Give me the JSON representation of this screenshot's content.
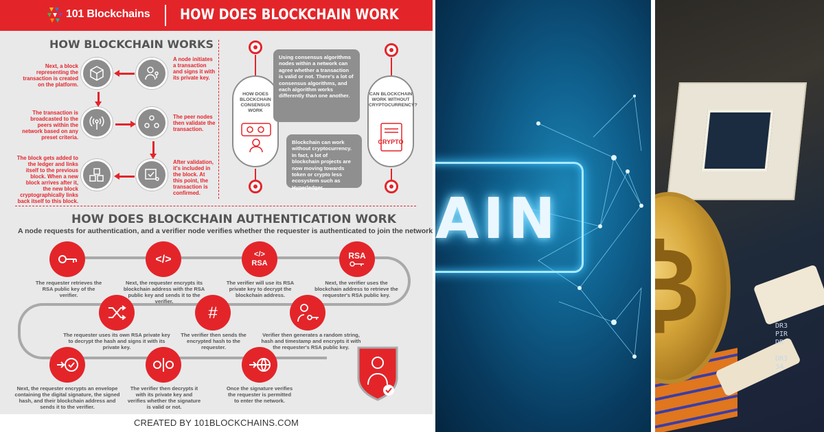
{
  "header": {
    "brand": "101 Blockchains",
    "title": "HOW DOES BLOCKCHAIN WORK"
  },
  "how_works": {
    "title": "HOW BLOCKCHAIN WORKS",
    "steps": [
      {
        "text": "A node initiates a transaction and signs it with its private key.",
        "icon": "user-key-icon"
      },
      {
        "text": "Next, a block representing the transaction is created on the platform.",
        "icon": "cube-icon"
      },
      {
        "text": "The transaction is broadcasted to the peers within the network based on any preset criteria.",
        "icon": "broadcast-icon"
      },
      {
        "text": "The peer nodes then validate the transaction.",
        "icon": "peers-icon"
      },
      {
        "text": "After validation, it's included in the block. At this point, the transaction is confirmed.",
        "icon": "validate-icon"
      },
      {
        "text": "The block gets added to the ledger and links itself to the previous block. When a new block arrives after it, the new block cryptographically links back itself to this block.",
        "icon": "blocks-icon"
      }
    ]
  },
  "consensus": {
    "capsule_question": "HOW DOES BLOCKCHAIN CONSENSUS WORK",
    "capsule_answer": "Using consensus algorithms nodes within a network can agree whether a transaction is valid or not. There's a lot of consensus algorithms, and each algorithm works differently than one another.",
    "crypto_question": "CAN BLOCKCHAIN WORK WITHOUT CRYPTOCURRENCY?",
    "crypto_label": "CRYPTO",
    "crypto_answer": "Blockchain can work without cryptocurrency. In fact, a lot of blockchain projects are now moving towards token or crypto less ecosystem such as Hyperledger."
  },
  "auth": {
    "title": "HOW DOES BLOCKCHAIN AUTHENTICATION WORK",
    "subtitle": "A node requests for authentication, and a verifier node verifies whether the requester is authenticated to join the network or not.",
    "steps": [
      {
        "icon": "key-icon",
        "label": "",
        "text": "The requester retrieves the RSA public key of the verifier."
      },
      {
        "icon": "code-icon",
        "label": "</>",
        "text": "Next, the requester encrypts its blockchain address with the RSA public key and sends it to the verifier."
      },
      {
        "icon": "code-rsa-icon",
        "label": "</>\nRSA",
        "text": "The verifier will use its RSA private key to decrypt the blockchain address."
      },
      {
        "icon": "rsa-key-icon",
        "label": "RSA",
        "text": "Next, the verifier uses the blockchain address to retrieve the requester's RSA public key."
      },
      {
        "icon": "user-key-icon",
        "label": "",
        "text": "Verifier then generates a random string, hash and timestamp and encrypts it with the requester's RSA public key."
      },
      {
        "icon": "hash-icon",
        "label": "#",
        "text": "The verifier then sends the encrypted hash to the requester."
      },
      {
        "icon": "shuffle-icon",
        "label": "",
        "text": "The requester uses its own RSA private key to decrypt the hash and signs it with its private key."
      },
      {
        "icon": "envelope-check-icon",
        "label": "",
        "text": "Next, the requester encrypts an envelope containing the digital signature, the signed hash, and their blockchain address and sends it to the verifier."
      },
      {
        "icon": "decrypt-icon",
        "label": "",
        "text": "The verifier then decrypts it with its private key and verifies whether the signature is valid or not."
      },
      {
        "icon": "globe-arrow-icon",
        "label": "",
        "text": "Once the signature verifies the requester is permitted to enter the network."
      }
    ]
  },
  "footer": {
    "credit": "CREATED BY 101BLOCKCHAINS.COM"
  },
  "network_photo": {
    "word": "AIN"
  },
  "hardware_photo": {
    "board_labels": "DR3\nPIR\nDR\n\nDR3\n34"
  },
  "colors": {
    "brand_red": "#e3252a",
    "grey": "#8c8c8c",
    "background": "#e9e9ea"
  }
}
